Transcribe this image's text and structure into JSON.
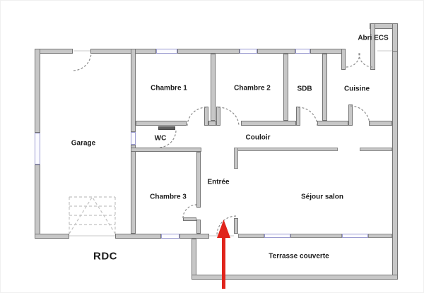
{
  "floor_plan": {
    "floor_label": "RDC",
    "rooms": [
      {
        "id": "garage",
        "name": "Garage"
      },
      {
        "id": "chambre-1",
        "name": "Chambre 1"
      },
      {
        "id": "chambre-2",
        "name": "Chambre 2"
      },
      {
        "id": "sdb",
        "name": "SDB"
      },
      {
        "id": "cuisine",
        "name": "Cuisine"
      },
      {
        "id": "abri-ecs",
        "name": "Abri ECS"
      },
      {
        "id": "wc",
        "name": "WC"
      },
      {
        "id": "couloir",
        "name": "Couloir"
      },
      {
        "id": "chambre-3",
        "name": "Chambre 3"
      },
      {
        "id": "entree",
        "name": "Entrée"
      },
      {
        "id": "sejour-salon",
        "name": "Séjour salon"
      },
      {
        "id": "terrasse-couverte",
        "name": "Terrasse couverte"
      }
    ],
    "annotations": {
      "entrance_arrow": {
        "meaning": "points to main entrance door",
        "color": "#e0241b"
      }
    },
    "colors": {
      "wall_fill": "#c7c7c7",
      "wall_edge": "#757575",
      "window_frame": "#9a9ad0",
      "door_arc": "#8a8a8a",
      "arrow_red": "#e0241b",
      "label_text": "#1c1c1c",
      "background": "#ffffff"
    }
  }
}
